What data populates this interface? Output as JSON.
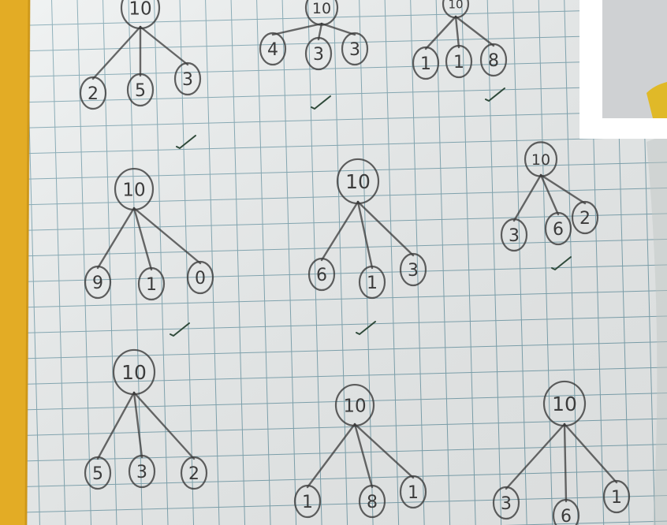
{
  "photo": {
    "subject": "handwritten number bonds of ten on squared paper",
    "colors": {
      "paper": "#eef1f1",
      "grid": "#7fa6b2",
      "pencil": "#3a3a3a",
      "tape": "#e3ac25",
      "inset_frame": "#ffffff"
    }
  },
  "bonds": [
    {
      "whole": "10",
      "parts": [
        "2",
        "5",
        "3"
      ],
      "tick": true
    },
    {
      "whole": "10",
      "parts": [
        "4",
        "3",
        "3"
      ],
      "tick": true
    },
    {
      "whole": "10",
      "parts": [
        "1",
        "1",
        "8"
      ],
      "tick": true
    },
    {
      "whole": "10",
      "parts": [
        "9",
        "1",
        "0"
      ],
      "tick": true
    },
    {
      "whole": "10",
      "parts": [
        "6",
        "1",
        "3"
      ],
      "tick": true
    },
    {
      "whole": "10",
      "parts": [
        "3",
        "6",
        "2"
      ],
      "tick": true
    },
    {
      "whole": "10",
      "parts": [
        "5",
        "3",
        "2"
      ],
      "tick": false
    },
    {
      "whole": "10",
      "parts": [
        "1",
        "8",
        "1"
      ],
      "tick": false
    },
    {
      "whole": "10",
      "parts": [
        "3",
        "6",
        "1"
      ],
      "tick": false
    }
  ]
}
